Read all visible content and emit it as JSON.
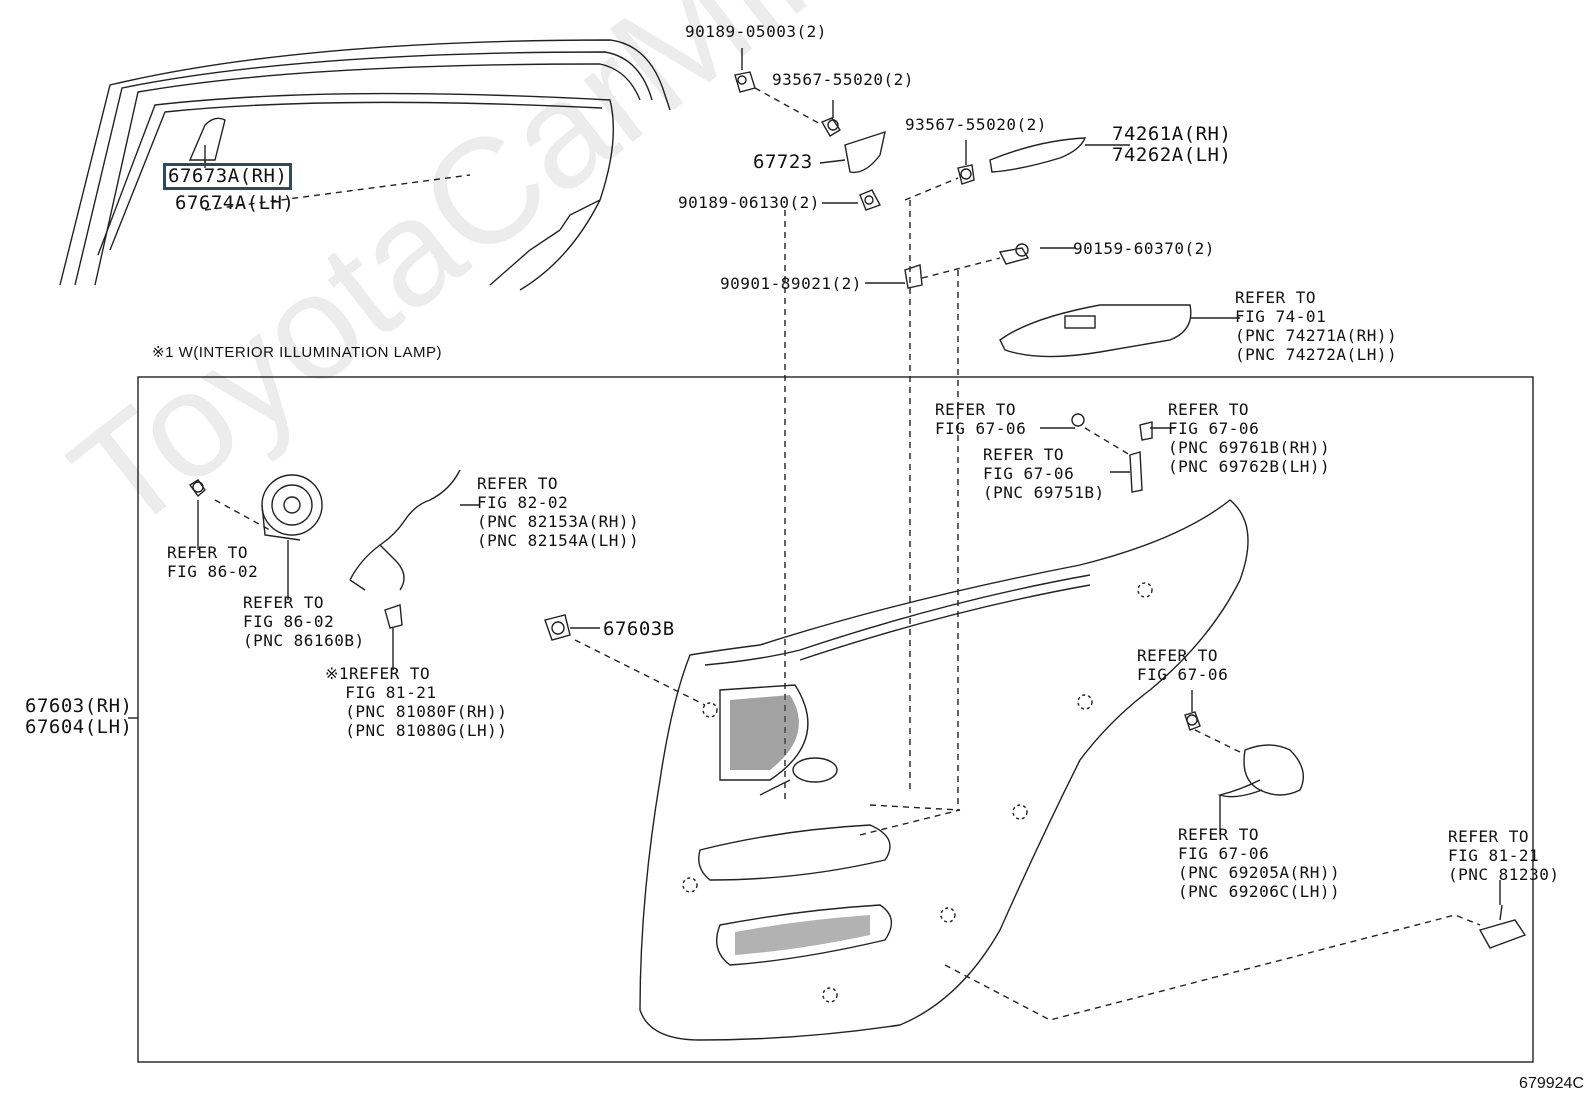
{
  "watermark": "ToyotaCarMine.ru",
  "diagram_code": "679924C",
  "section_note": "※1 W(INTERIOR ILLUMINATION LAMP)",
  "labels": {
    "p67673_rh": "67673A(RH)",
    "p67674_lh": "67674A(LH)",
    "p90189_05003": "90189-05003(2)",
    "p93567_a": "93567-55020(2)",
    "p67723": "67723",
    "p93567_b": "93567-55020(2)",
    "p74261": "74261A(RH)",
    "p74262": "74262A(LH)",
    "p90189_06130": "90189-06130(2)",
    "p90159": "90159-60370(2)",
    "p90901": "90901-89021(2)",
    "ref_7401": "REFER TO\nFIG 74-01\n(PNC 74271A(RH))\n(PNC 74272A(LH))",
    "ref_6706_a": "REFER TO\nFIG 67-06",
    "ref_6706_b": "REFER TO\nFIG 67-06\n(PNC 69761B(RH))\n(PNC 69762B(LH))",
    "ref_6706_c": "REFER TO\nFIG 67-06\n(PNC 69751B)",
    "ref_8202": "REFER TO\nFIG 82-02\n(PNC 82153A(RH))\n(PNC 82154A(LH))",
    "ref_8602_a": "REFER TO\nFIG 86-02",
    "ref_8602_b": "REFER TO\nFIG 86-02\n(PNC 86160B)",
    "ref_8121_a": "※1REFER TO\n  FIG 81-21\n  (PNC 81080F(RH))\n  (PNC 81080G(LH))",
    "p67603b": "67603B",
    "p67603": "67603(RH)",
    "p67604": "67604(LH)",
    "ref_6706_d": "REFER TO\nFIG 67-06",
    "ref_6706_e": "REFER TO\nFIG 67-06\n(PNC 69205A(RH))\n(PNC 69206C(LH))",
    "ref_8121_b": "REFER TO\nFIG 81-21\n(PNC 81230)"
  }
}
